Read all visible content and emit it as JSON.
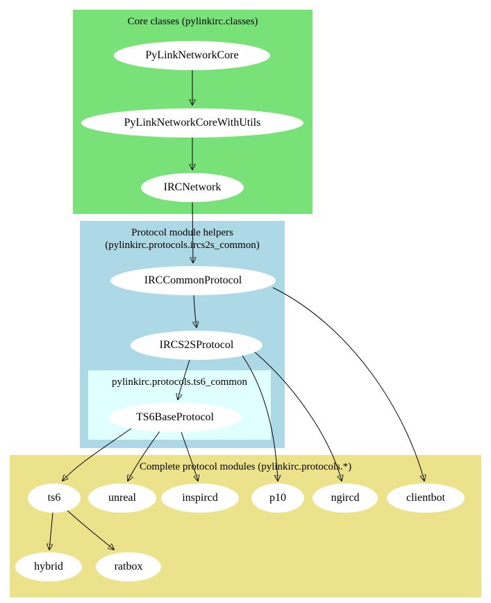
{
  "diagram": {
    "clusters": {
      "core": {
        "title": "Core classes (pylinkirc.classes)",
        "nodes": {
          "pylinknetworkcore": "PyLinkNetworkCore",
          "pylinknetworkcorewithutils": "PyLinkNetworkCoreWithUtils",
          "ircnetwork": "IRCNetwork"
        }
      },
      "helpers": {
        "title_line1": "Protocol module helpers",
        "title_line2": "(pylinkirc.protocols.ircs2s_common)",
        "nodes": {
          "irccommonprotocol": "IRCCommonProtocol",
          "ircs2sprotocol": "IRCS2SProtocol"
        }
      },
      "ts6common": {
        "title": "pylinkirc.protocols.ts6_common",
        "nodes": {
          "ts6baseprotocol": "TS6BaseProtocol"
        }
      },
      "complete": {
        "title": "Complete protocol modules (pylinkirc.protocols.*)",
        "nodes": {
          "ts6": "ts6",
          "unreal": "unreal",
          "inspircd": "inspircd",
          "p10": "p10",
          "ngircd": "ngircd",
          "clientbot": "clientbot",
          "hybrid": "hybrid",
          "ratbox": "ratbox"
        }
      }
    },
    "edges": [
      {
        "from": "PyLinkNetworkCore",
        "to": "PyLinkNetworkCoreWithUtils"
      },
      {
        "from": "PyLinkNetworkCoreWithUtils",
        "to": "IRCNetwork"
      },
      {
        "from": "IRCNetwork",
        "to": "IRCCommonProtocol"
      },
      {
        "from": "IRCCommonProtocol",
        "to": "IRCS2SProtocol"
      },
      {
        "from": "IRCCommonProtocol",
        "to": "clientbot"
      },
      {
        "from": "IRCS2SProtocol",
        "to": "TS6BaseProtocol"
      },
      {
        "from": "IRCS2SProtocol",
        "to": "p10"
      },
      {
        "from": "IRCS2SProtocol",
        "to": "ngircd"
      },
      {
        "from": "TS6BaseProtocol",
        "to": "ts6"
      },
      {
        "from": "TS6BaseProtocol",
        "to": "unreal"
      },
      {
        "from": "TS6BaseProtocol",
        "to": "inspircd"
      },
      {
        "from": "ts6",
        "to": "hybrid"
      },
      {
        "from": "ts6",
        "to": "ratbox"
      }
    ],
    "colors": {
      "core_cluster_bg": "#78e178",
      "helpers_cluster_bg": "#add8e6",
      "ts6common_cluster_bg": "#e0ffff",
      "complete_cluster_bg": "#ece28c",
      "node_fill": "#ffffff",
      "edge": "#000000"
    }
  }
}
